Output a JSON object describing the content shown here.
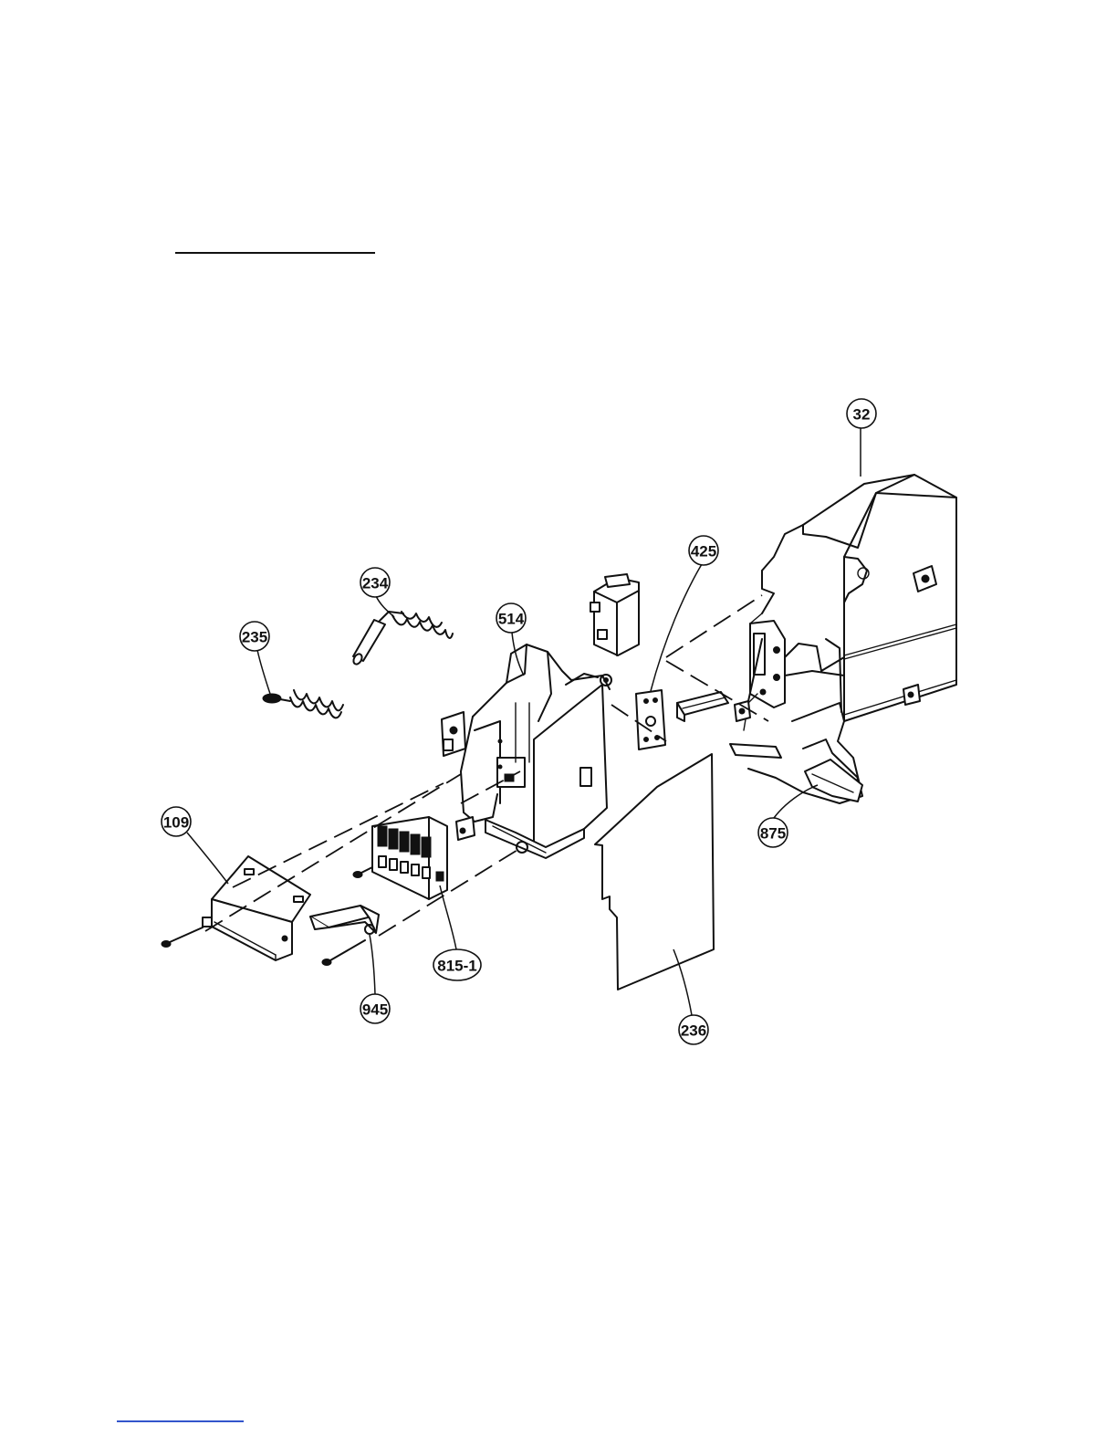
{
  "header": {
    "rule_color": "#111111"
  },
  "footer": {
    "link_rule_color": "#3355cc"
  },
  "callouts": [
    {
      "id": "32",
      "label": "32"
    },
    {
      "id": "425",
      "label": "425"
    },
    {
      "id": "234",
      "label": "234"
    },
    {
      "id": "514",
      "label": "514"
    },
    {
      "id": "235",
      "label": "235"
    },
    {
      "id": "109",
      "label": "109"
    },
    {
      "id": "875",
      "label": "875"
    },
    {
      "id": "815-1",
      "label": "815-1"
    },
    {
      "id": "945",
      "label": "945"
    },
    {
      "id": "236",
      "label": "236"
    }
  ]
}
